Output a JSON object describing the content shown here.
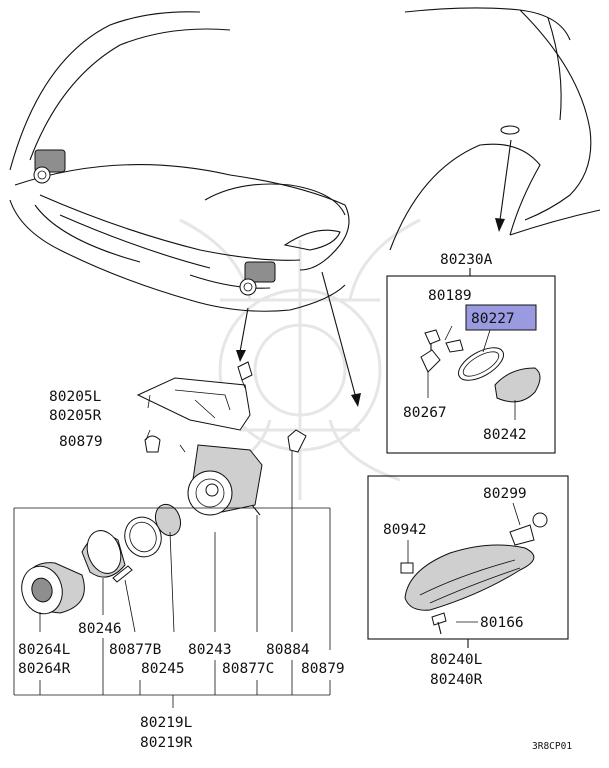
{
  "diagram": {
    "parts": {
      "p80230A": "80230A",
      "p80189": "80189",
      "p80227": "80227",
      "p80267": "80267",
      "p80242": "80242",
      "p80205L": "80205L",
      "p80205R": "80205R",
      "p80879a": "80879",
      "p80299": "80299",
      "p80942": "80942",
      "p80166": "80166",
      "p80240L": "80240L",
      "p80240R": "80240R",
      "p80264L": "80264L",
      "p80264R": "80264R",
      "p80246": "80246",
      "p80877B": "80877B",
      "p80245": "80245",
      "p80243": "80243",
      "p80877C": "80877C",
      "p80884": "80884",
      "p80879b": "80879",
      "p80219L": "80219L",
      "p80219R": "80219R"
    },
    "highlight_color": "#9a9ae0",
    "diagram_code": "3R8CP01"
  }
}
